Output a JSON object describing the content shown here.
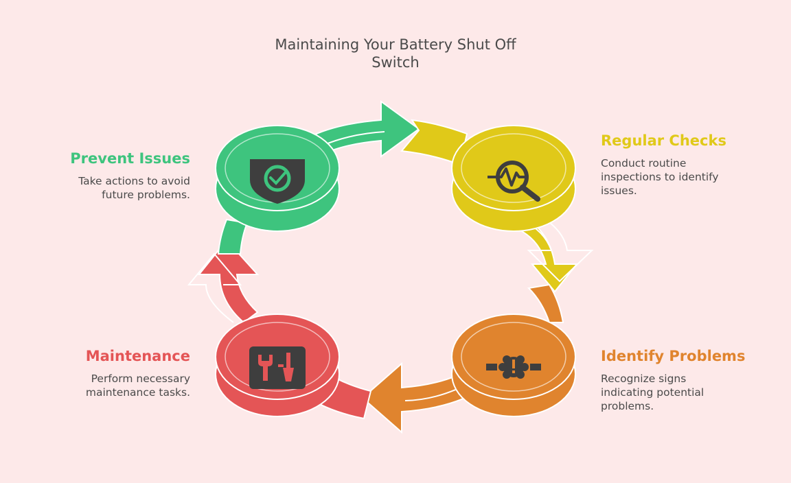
{
  "title_lines": [
    "Maintaining Your Battery Shut Off",
    "Switch"
  ],
  "colors": {
    "background": "#fde9e9",
    "green": "#3ec47e",
    "yellow": "#e0c919",
    "orange": "#e0842e",
    "red": "#e45556",
    "icon_bg": "#3e3e3e"
  },
  "steps": [
    {
      "id": "prevent",
      "heading": "Prevent Issues",
      "desc_lines": [
        "Take actions to avoid",
        "future problems."
      ],
      "icon": "shield-check-icon"
    },
    {
      "id": "regular",
      "heading": "Regular Checks",
      "desc_lines": [
        "Conduct routine",
        "inspections to identify",
        "issues."
      ],
      "icon": "magnifier-pulse-icon"
    },
    {
      "id": "identify",
      "heading": "Identify Problems",
      "desc_lines": [
        "Recognize signs",
        "indicating potential",
        "problems."
      ],
      "icon": "alert-gear-icon"
    },
    {
      "id": "maintenance",
      "heading": "Maintenance",
      "desc_lines": [
        "Perform necessary",
        "maintenance tasks."
      ],
      "icon": "tools-icon"
    }
  ]
}
